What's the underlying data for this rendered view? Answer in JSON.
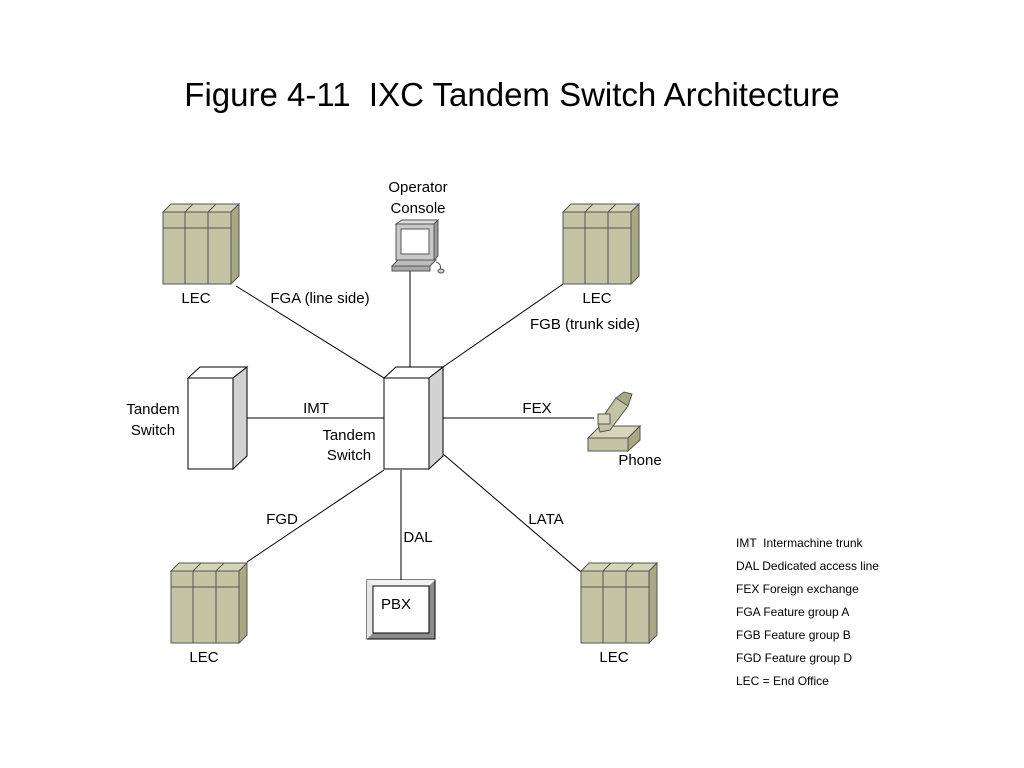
{
  "title": "Figure 4-11  IXC Tandem Switch Architecture",
  "nodes": {
    "operator_console": [
      "Operator",
      "Console"
    ],
    "lec_top_left": "LEC",
    "lec_top_right": "LEC",
    "lec_bottom_left": "LEC",
    "lec_bottom_right": "LEC",
    "tandem_switch_left": [
      "Tandem",
      "Switch"
    ],
    "tandem_switch_center": [
      "Tandem",
      "Switch"
    ],
    "phone": "Phone",
    "pbx": "PBX"
  },
  "connections": {
    "fga": "FGA (line side)",
    "fgb": "FGB (trunk side)",
    "imt": "IMT",
    "fex": "FEX",
    "fgd": "FGD",
    "dal": "DAL",
    "lata": "LATA"
  },
  "legend": [
    "IMT  Intermachine trunk",
    "DAL Dedicated access line",
    "FEX Foreign exchange",
    "FGA Feature group A",
    "FGB Feature group B",
    "FGD Feature group D",
    "LEC = End Office"
  ],
  "colors": {
    "equipment_fill": "#c4c3a4",
    "equipment_side": "#a9a885",
    "equipment_top": "#d6d5ba",
    "switch_side": "#d2d2d2",
    "line": "#000000"
  }
}
